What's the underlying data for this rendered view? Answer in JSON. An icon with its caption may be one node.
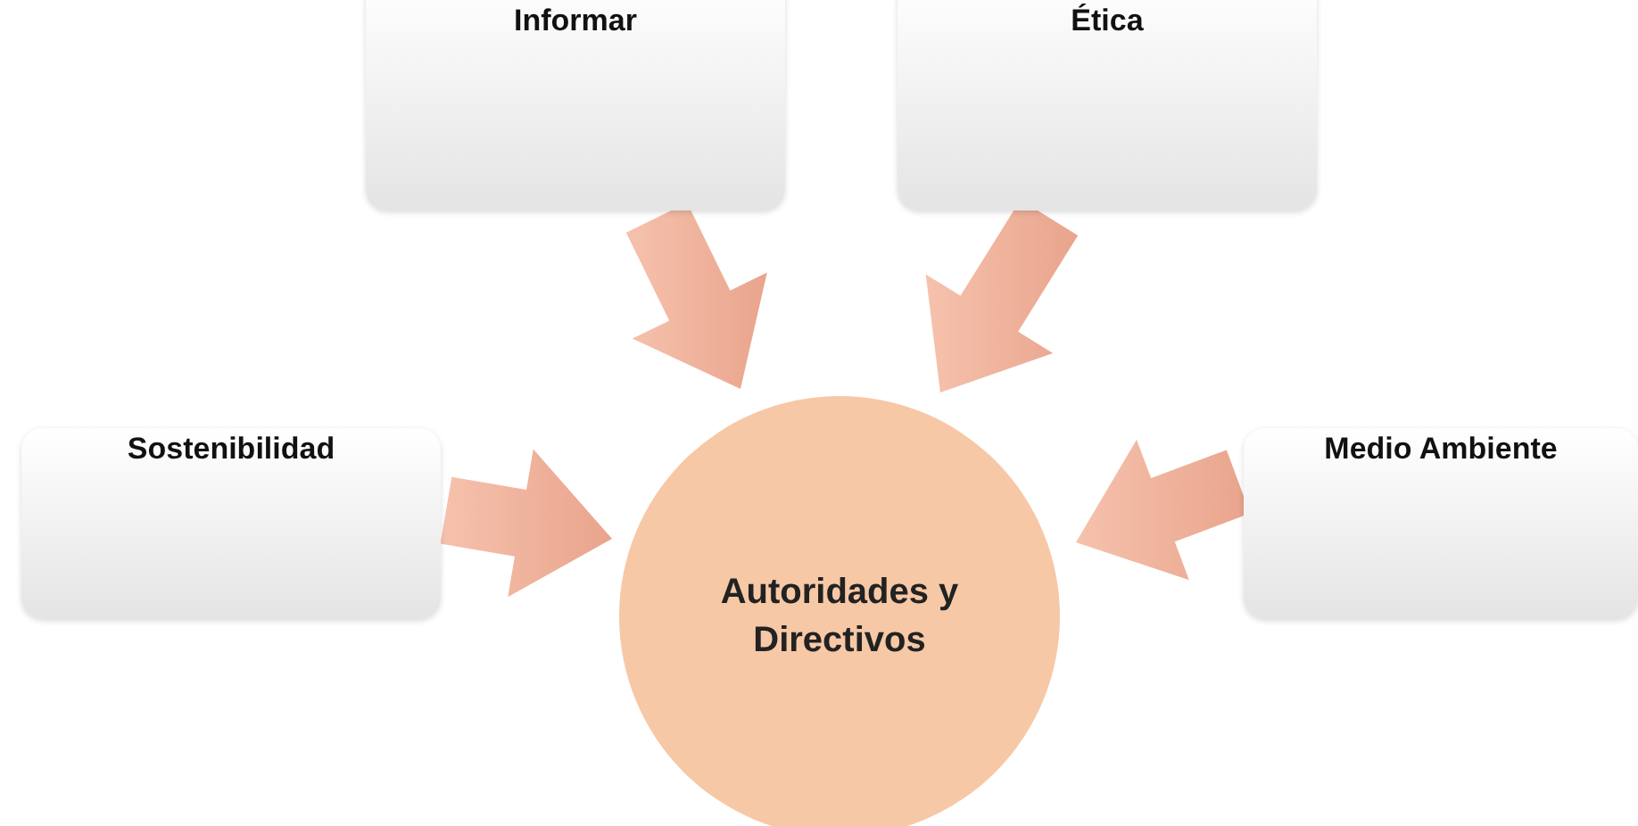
{
  "diagram": {
    "nodes": [
      {
        "text": [
          "Informar"
        ]
      },
      {
        "text": [
          "Ética"
        ]
      },
      {
        "text": [
          "Sostenibilidad"
        ]
      },
      {
        "text": [
          "Medio Ambiente"
        ]
      },
      {
        "text": [
          "Autoridades y Directivos"
        ]
      }
    ],
    "edges": [
      {
        "from": 0,
        "to": 4,
        "arrow": "to"
      },
      {
        "from": 1,
        "to": 4,
        "arrow": "to"
      },
      {
        "from": 2,
        "to": 4,
        "arrow": "to"
      },
      {
        "from": 3,
        "to": 4,
        "arrow": "to"
      }
    ]
  }
}
